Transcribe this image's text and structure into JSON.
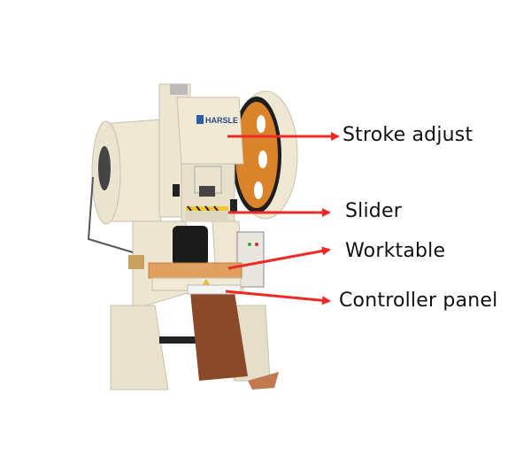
{
  "figure": {
    "brand_text": "HARSLE",
    "colors": {
      "machine_body": "#ece6d3",
      "flywheel_orange": "#d9832b",
      "worktable_orange": "#e0a060",
      "arrow_red": "#ee2a24",
      "stripe_yellow": "#f2c531"
    }
  },
  "labels": [
    {
      "id": "stroke",
      "text": "Stroke adjust"
    },
    {
      "id": "slider",
      "text": "Slider"
    },
    {
      "id": "worktable",
      "text": "Worktable"
    },
    {
      "id": "controller",
      "text": "Controller panel"
    }
  ]
}
